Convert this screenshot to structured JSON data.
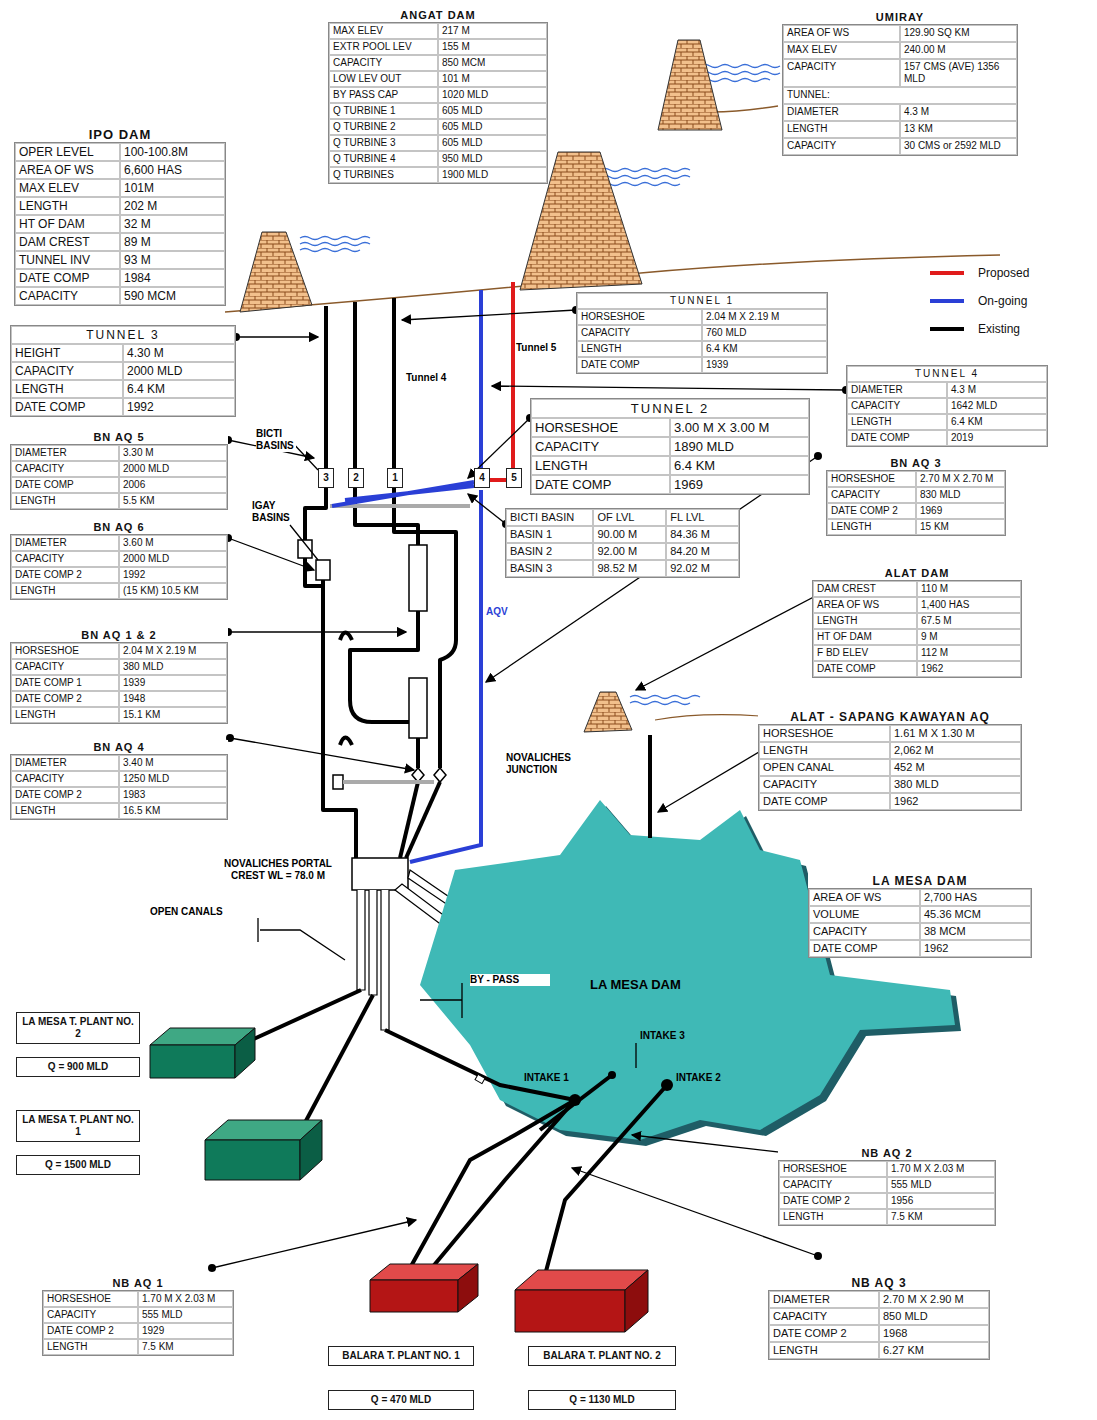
{
  "diagram": {
    "nodes": [
      {
        "text": [
          "ANGAT DAM",
          "MAX ELEV",
          "217 M",
          "EXTR POOL LEV",
          "155 M",
          "CAPACITY",
          "850 MCM",
          "LOW LEV OUT",
          "101 M",
          "BY PASS CAP",
          "1020 MLD",
          "Q TURBINE 1",
          "605 MLD",
          "Q TURBINE 2",
          "605 MLD",
          "Q TURBINE 3",
          "605 MLD",
          "Q TURBINE 4",
          "950 MLD",
          "Q TURBINES",
          "1900 MLD"
        ]
      },
      {
        "text": [
          "UMIRAY",
          "AREA OF WS",
          "129.90 SQ KM",
          "MAX ELEV",
          "240.00 M",
          "CAPACITY",
          "157 CMS (AVE) 1356 MLD",
          "TUNNEL:",
          "DIAMETER",
          "4.3 M",
          "LENGTH",
          "13 KM",
          "CAPACITY",
          "30 CMS or 2592 MLD"
        ]
      },
      {
        "text": [
          "IPO DAM",
          "OPER LEVEL",
          "100-100.8M",
          "AREA OF WS",
          "6,600 HAS",
          "MAX ELEV",
          "101M",
          "LENGTH",
          "202 M",
          "HT OF DAM",
          "32 M",
          "DAM CREST",
          "89 M",
          "TUNNEL INV",
          "93 M",
          "DATE COMP",
          "1984",
          "CAPACITY",
          "590 MCM"
        ]
      },
      {
        "text": [
          "TUNNEL 3",
          "HEIGHT",
          "4.30 M",
          "CAPACITY",
          "2000 MLD",
          "LENGTH",
          "6.4 KM",
          "DATE COMP",
          "1992"
        ]
      },
      {
        "text": [
          "TUNNEL 1",
          "HORSESHOE",
          "2.04 M X 2.19 M",
          "CAPACITY",
          "760 MLD",
          "LENGTH",
          "6.4 KM",
          "DATE COMP",
          "1939"
        ]
      },
      {
        "text": [
          "TUNNEL 4",
          "DIAMETER",
          "4.3 M",
          "CAPACITY",
          "1642 MLD",
          "LENGTH",
          "6.4 KM",
          "DATE COMP",
          "2019"
        ]
      },
      {
        "text": [
          "TUNNEL 2",
          "HORSESHOE",
          "3.00 M X 3.00 M",
          "CAPACITY",
          "1890 MLD",
          "LENGTH",
          "6.4 KM",
          "DATE COMP",
          "1969"
        ]
      },
      {
        "text": [
          "BN AQ 5",
          "DIAMETER",
          "3.30 M",
          "CAPACITY",
          "2000 MLD",
          "DATE COMP",
          "2006",
          "LENGTH",
          "5.5 KM"
        ]
      },
      {
        "text": [
          "BN AQ 3",
          "HORSESHOE",
          "2.70 M X 2.70 M",
          "CAPACITY",
          "830 MLD",
          "DATE COMP 2",
          "1969",
          "LENGTH",
          "15 KM"
        ]
      },
      {
        "text": [
          "3"
        ]
      },
      {
        "text": [
          "2"
        ]
      },
      {
        "text": [
          "1"
        ]
      },
      {
        "text": [
          "4"
        ]
      },
      {
        "text": [
          "5"
        ]
      },
      {
        "text": [
          "BICTI BASIN",
          "OF LVL",
          "FL LVL",
          "BASIN 1",
          "90.00 M",
          "84.36 M",
          "BASIN 2",
          "92.00 M",
          "84.20 M",
          "BASIN 3",
          "98.52 M",
          "92.02 M"
        ]
      },
      {
        "text": [
          "BN AQ 6",
          "DIAMETER",
          "3.60 M",
          "CAPACITY",
          "2000 MLD",
          "DATE COMP 2",
          "1992",
          "LENGTH",
          "(15 KM) 10.5 KM"
        ]
      },
      {
        "text": [
          "ALAT DAM",
          "DAM CREST",
          "110 M",
          "AREA OF WS",
          "1,400 HAS",
          "LENGTH",
          "67.5 M",
          "HT OF DAM",
          "9 M",
          "F BD ELEV",
          "112 M",
          "DATE COMP",
          "1962"
        ]
      },
      {
        "text": [
          "BN AQ 1 & 2",
          "HORSESHOE",
          "2.04 M X 2.19 M",
          "CAPACITY",
          "380 MLD",
          "DATE COMP 1",
          "1939",
          "DATE COMP 2",
          "1948",
          "LENGTH",
          "15.1 KM"
        ]
      },
      {
        "text": [
          "ALAT - SAPANG KAWAYAN AQ",
          "HORSESHOE",
          "1.61 M X 1.30 M",
          "LENGTH",
          "2,062 M",
          "OPEN CANAL",
          "452 M",
          "CAPACITY",
          "380 MLD",
          "DATE COMP",
          "1962"
        ]
      },
      {
        "text": [
          "BN AQ 4",
          "DIAMETER",
          "3.40 M",
          "CAPACITY",
          "1250 MLD",
          "DATE COMP 2",
          "1983",
          "LENGTH",
          "16.5 KM"
        ]
      },
      {
        "text": [
          "LA MESA DAM",
          "AREA OF WS",
          "2,700 HAS",
          "VOLUME",
          "45.36 MCM",
          "CAPACITY",
          "38 MCM",
          "DATE COMP",
          "1962"
        ]
      },
      {
        "text": [
          "LA MESA T. PLANT NO. 2"
        ]
      },
      {
        "text": [
          "Q = 900 MLD"
        ]
      },
      {
        "text": [
          "LA MESA T. PLANT NO. 1"
        ]
      },
      {
        "text": [
          "Q = 1500 MLD"
        ]
      },
      {
        "text": [
          "NB AQ 2",
          "HORSESHOE",
          "1.70 M X 2.03 M",
          "CAPACITY",
          "555 MLD",
          "DATE COMP 2",
          "1956",
          "LENGTH",
          "7.5 KM"
        ]
      },
      {
        "text": [
          "NB AQ 1",
          "HORSESHOE",
          "1.70 M X 2.03 M",
          "CAPACITY",
          "555 MLD",
          "DATE COMP 2",
          "1929",
          "LENGTH",
          "7.5 KM"
        ]
      },
      {
        "text": [
          "NB AQ 3",
          "DIAMETER",
          "2.70 M X 2.90 M",
          "CAPACITY",
          "850 MLD",
          "DATE COMP 2",
          "1968",
          "LENGTH",
          "6.27 KM"
        ]
      },
      {
        "text": [
          "BALARA T. PLANT NO. 1"
        ]
      },
      {
        "text": [
          "Q = 470 MLD"
        ]
      },
      {
        "text": [
          "BALARA T. PLANT NO. 2"
        ]
      },
      {
        "text": [
          "Q = 1130 MLD"
        ]
      }
    ],
    "labels": [
      "Tunnel 5",
      "Tunnel 4",
      "BICTI BASINS",
      "IGAY BASINS",
      "AQV",
      "NOVALICHES JUNCTION",
      "NOVALICHES PORTAL CREST WL = 78.0 M",
      "OPEN CANALS",
      "BY - PASS",
      "LA MESA DAM",
      "INTAKE 3",
      "INTAKE 1",
      "INTAKE 2"
    ],
    "legend": [
      {
        "text": "Proposed",
        "color": "#e01b1b"
      },
      {
        "text": "On-going",
        "color": "#2a3fd6"
      },
      {
        "text": "Existing",
        "color": "#000000"
      }
    ]
  }
}
